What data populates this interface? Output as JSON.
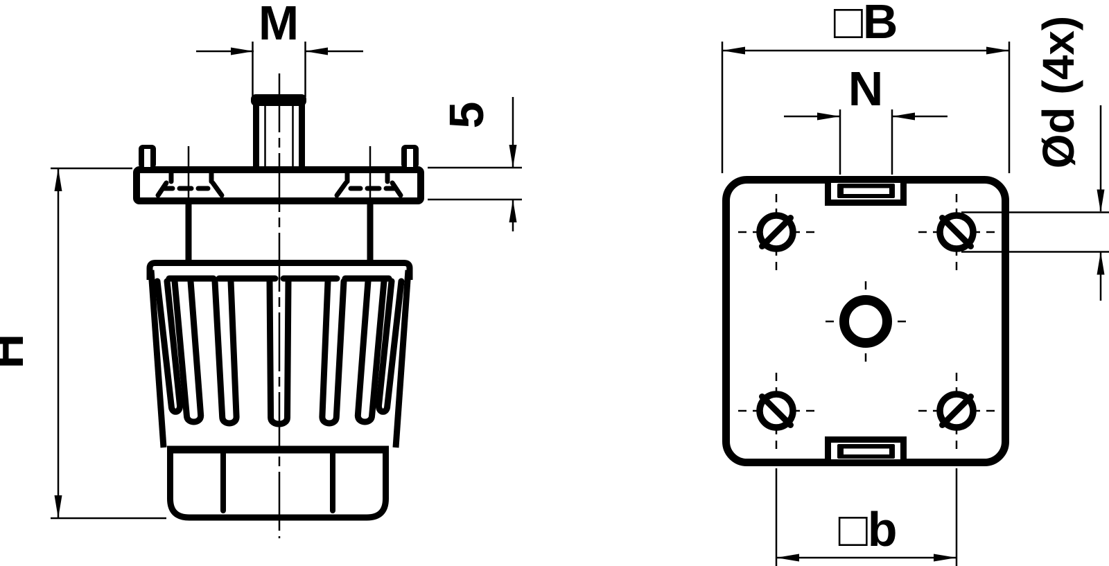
{
  "colors": {
    "background": "#ffffff",
    "lines": "#000000"
  },
  "side_view": {
    "labels": {
      "thread": "M",
      "flange_thickness": "5",
      "overall_height": "H"
    }
  },
  "face_view": {
    "labels": {
      "outer_square_width": "□B",
      "slot_width": "N",
      "screw_holes": "Ød (4x)",
      "hole_square_spacing": "□b"
    }
  }
}
